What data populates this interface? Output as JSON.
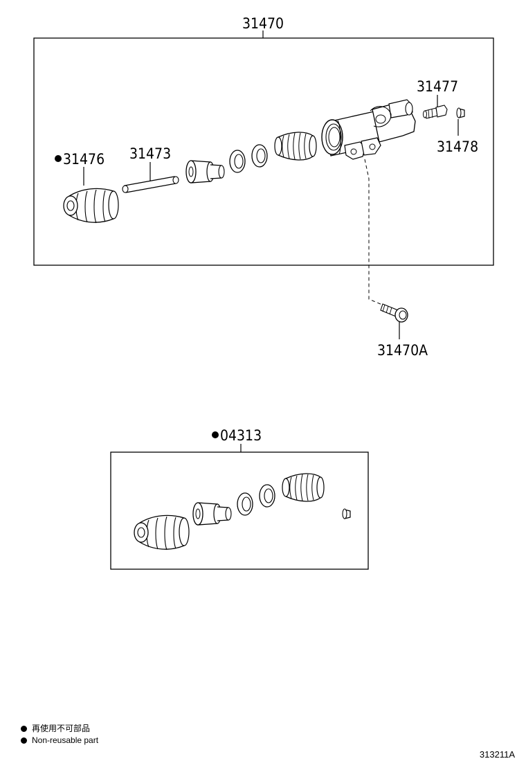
{
  "labels": {
    "assembly": "31470",
    "boot": "31476",
    "push_rod": "31473",
    "bleeder_plug": "31477",
    "bleeder_cap": "31478",
    "bolt": "31470A",
    "kit": "04313"
  },
  "legend": {
    "symbol": "●",
    "line_jp": "再使用不可部品",
    "line_en": "Non-reusable part"
  },
  "diagram_id": "313211A"
}
